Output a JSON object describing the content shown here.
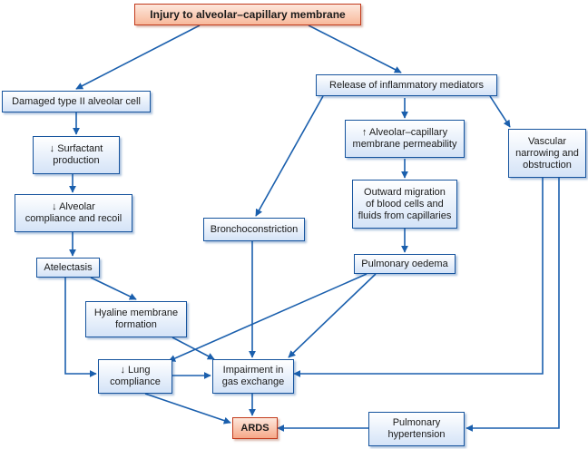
{
  "colors": {
    "arrow": "#1a5fad",
    "box_border": "#16549e",
    "root_fill": "#f8b99b",
    "ards_fill": "#f6a888"
  },
  "nodes": {
    "injury": "Injury to alveolar–capillary membrane",
    "damaged_type2": "Damaged type II alveolar cell",
    "release_mediators": "Release of inflammatory mediators",
    "surfactant": "↓ Surfactant\nproduction",
    "permeability": "↑ Alveolar–capillary\nmembrane permeability",
    "vascular": "Vascular\nnarrowing and\nobstruction",
    "alveolar_compliance": "↓ Alveolar\ncompliance and recoil",
    "outward_migration": "Outward migration\nof blood cells and\nfluids from capillaries",
    "bronchoconstriction": "Bronchoconstriction",
    "atelectasis": "Atelectasis",
    "pulmonary_oedema": "Pulmonary oedema",
    "hyaline": "Hyaline membrane\nformation",
    "lung_compliance": "↓ Lung\ncompliance",
    "impairment": "Impairment in\ngas exchange",
    "ards": "ARDS",
    "pulmonary_hypertension": "Pulmonary\nhypertension"
  }
}
